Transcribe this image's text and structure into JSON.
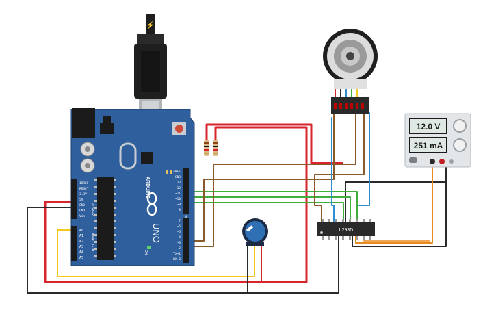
{
  "colors": {
    "board": "#2f5f9c",
    "board_dark": "#1d3f6c",
    "wire_red": "#d6262b",
    "wire_black": "#2a2a2a",
    "wire_green": "#3fae3c",
    "wire_brown": "#8b5a2b",
    "wire_blue": "#2e8fd0",
    "wire_yellow": "#f2c81f",
    "wire_orange": "#e88a1e",
    "lcd_bg": "#e6ece8"
  },
  "arduino": {
    "brand": "ARDUINO",
    "model": "UNO",
    "on_label": "ON",
    "tx_label": "TX",
    "rx_label": "RX",
    "l_label": "L",
    "power_title": "POWER",
    "analog_title": "ANALOG IN",
    "digital_title": "DIGITAL (PWM~)",
    "power_pins": [
      "IOREF",
      "RESET",
      "3.3V",
      "5V",
      "GND",
      "GND",
      "Vin"
    ],
    "analog_pins": [
      "A0",
      "A1",
      "A2",
      "A3",
      "A4",
      "A5"
    ],
    "digital_pins_top": [
      "AREF",
      "GND",
      "13",
      "12",
      "~11",
      "~10",
      "~9",
      "8"
    ],
    "digital_pins_bottom": [
      "7",
      "~6",
      "~5",
      "4",
      "~3",
      "2",
      "TX→1",
      "RX←0"
    ]
  },
  "driver": {
    "label": "L293D"
  },
  "power_supply": {
    "voltage": "12.0 V",
    "current": "251 mA"
  }
}
